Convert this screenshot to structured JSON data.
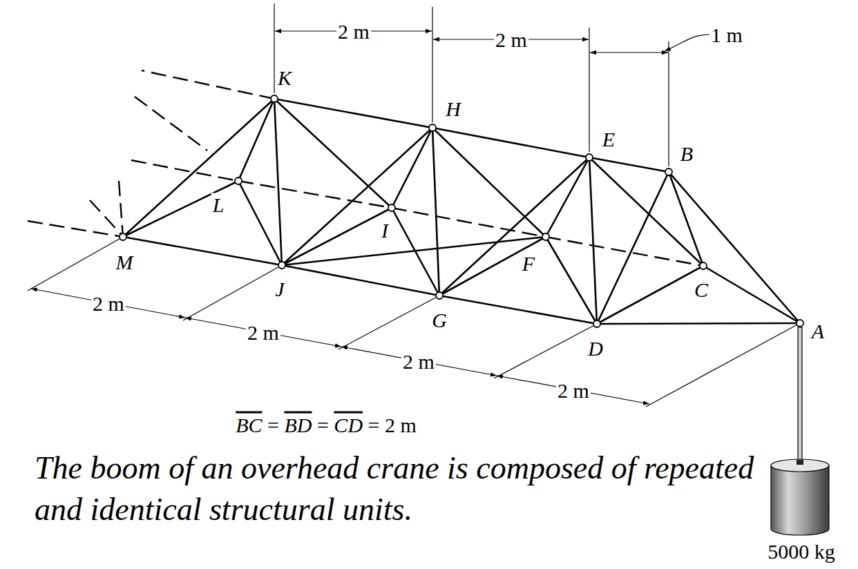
{
  "diagram": {
    "caption": "The boom of an overhead crane is composed of repeated and identical structural units.",
    "labels": [
      "K",
      "H",
      "E",
      "B",
      "L",
      "I",
      "F",
      "C",
      "M",
      "J",
      "G",
      "D",
      "A",
      "2 m",
      "2 m",
      "1 m",
      "2 m",
      "2 m",
      "2 m",
      "2 m",
      "BC = BD = CD = 2 m",
      "5000 kg"
    ]
  }
}
